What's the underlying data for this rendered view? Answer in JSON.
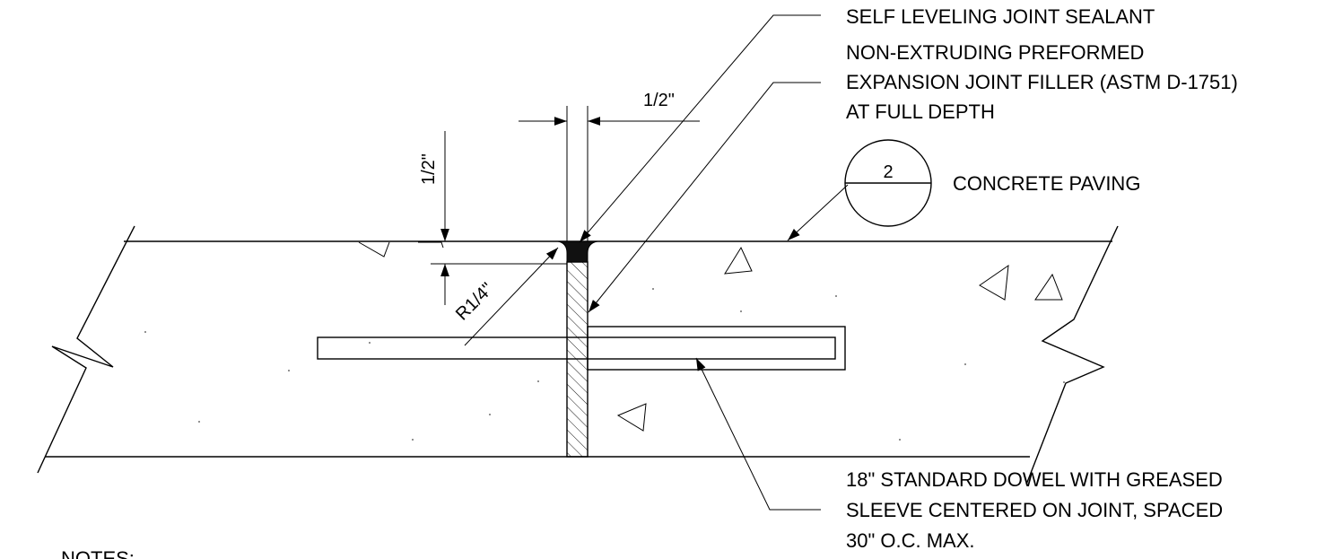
{
  "labels": {
    "sealant": "SELF LEVELING JOINT SEALANT",
    "filler_line1": "NON-EXTRUDING PREFORMED",
    "filler_line2": "EXPANSION JOINT FILLER (ASTM D-1751)",
    "filler_line3": "AT FULL DEPTH",
    "paving": "CONCRETE PAVING",
    "dowel_line1": "18\" STANDARD DOWEL WITH GREASED",
    "dowel_line2": "SLEEVE CENTERED ON JOINT, SPACED",
    "dowel_line3": "30\" O.C. MAX.",
    "notes": "NOTES:"
  },
  "dimensions": {
    "joint_width": "1/2\"",
    "sealant_depth": "1/2\"",
    "edge_radius": "R1/4\""
  },
  "detail_callout": {
    "number": "2"
  }
}
